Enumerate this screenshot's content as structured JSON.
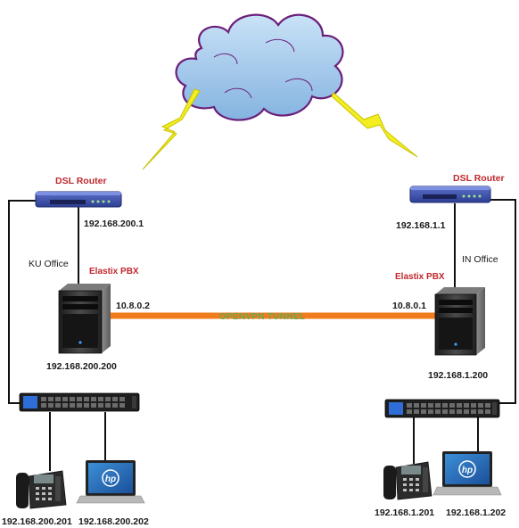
{
  "cloud": {
    "icon": "cloud-icon",
    "colors": {
      "fill": "#9fc6ea",
      "outline": "#6a1f7a"
    }
  },
  "lightning": {
    "icon": "lightning-bolt-icon",
    "color": "#f2ee1f"
  },
  "cable_color": "#111111",
  "left_site": {
    "router_label": "DSL Router",
    "router_ip": "192.168.200.1",
    "office_label": "KU Office",
    "pbx_label": "Elastix PBX",
    "pbx_ip": "192.168.200.200",
    "tunnel_ip": "10.8.0.2",
    "phone_ip": "192.168.200.201",
    "laptop_ip": "192.168.200.202"
  },
  "right_site": {
    "router_label": "DSL Router",
    "router_ip": "192.168.1.1",
    "office_label": "IN Office",
    "pbx_label": "Elastix PBX",
    "pbx_ip": "192.168.1.200",
    "tunnel_ip": "10.8.0.1",
    "phone_ip": "192.168.1.201",
    "laptop_ip": "192.168.1.202"
  },
  "tunnel": {
    "label": "OPENVPN TUNNEL",
    "color": "#f07c1d"
  },
  "colors": {
    "router_blue": "#3a4fa8",
    "label_red": "#c0282d",
    "tunnel_text": "#6aa84f"
  }
}
